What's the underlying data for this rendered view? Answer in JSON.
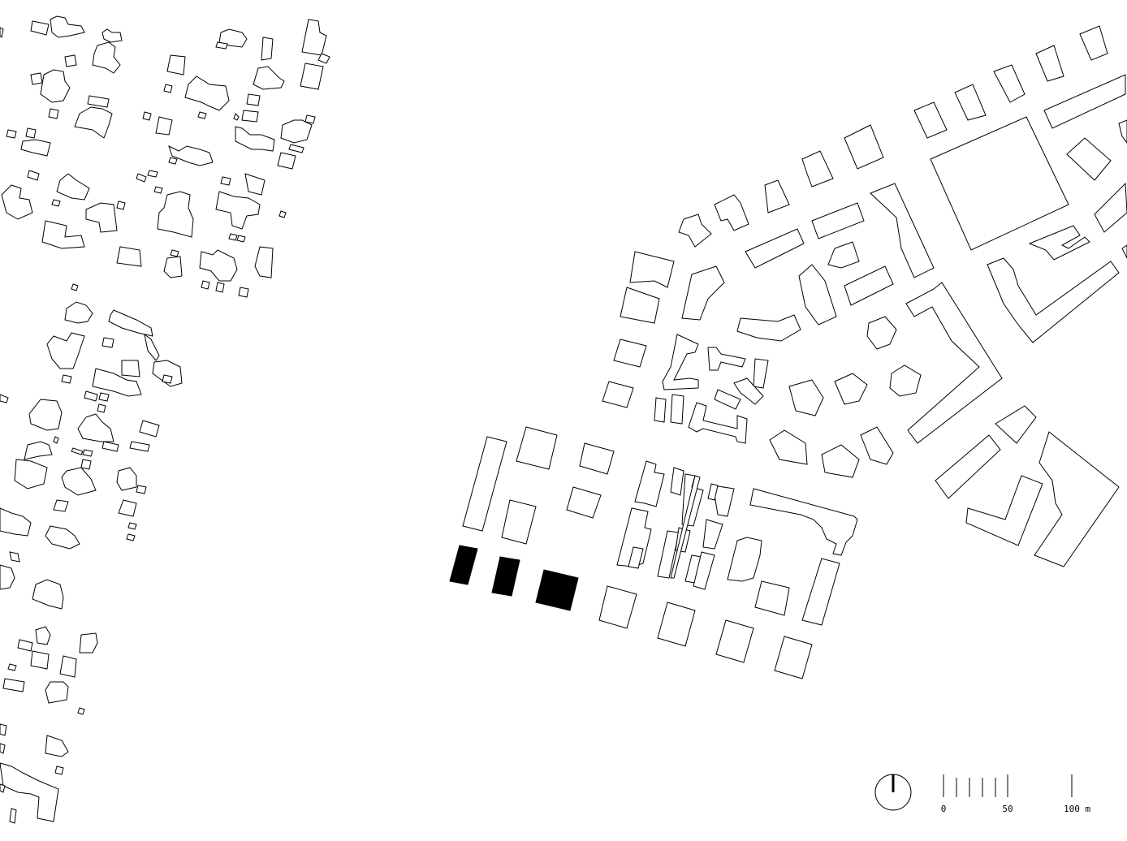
{
  "map": {
    "colors": {
      "background": "#ffffff",
      "outline": "#000000",
      "highlight": "#000000"
    },
    "north_arrow": {
      "icon": "north-arrow-icon"
    },
    "scale_bar": {
      "labels": [
        "0",
        "50",
        "100 m"
      ]
    },
    "legend": {
      "highlighted_buildings": 3
    }
  }
}
